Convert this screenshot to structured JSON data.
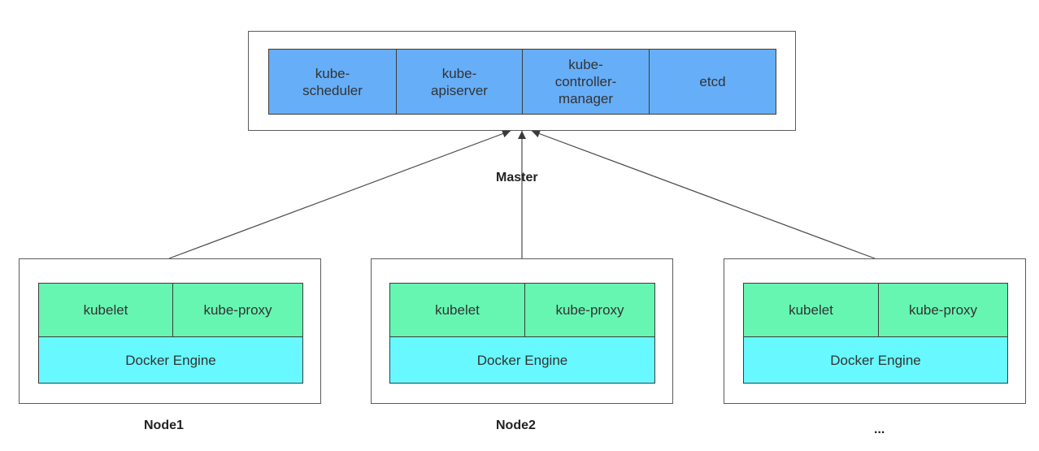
{
  "master": {
    "label": "Master",
    "components": [
      {
        "line1": "kube-",
        "line2": "scheduler",
        "line3": ""
      },
      {
        "line1": "kube-",
        "line2": "apiserver",
        "line3": ""
      },
      {
        "line1": "kube-",
        "line2": "controller-",
        "line3": "manager"
      },
      {
        "line1": "",
        "line2": "etcd",
        "line3": ""
      }
    ]
  },
  "nodes": [
    {
      "label": "Node1",
      "kubelet": "kubelet",
      "proxy": "kube-proxy",
      "engine": "Docker Engine"
    },
    {
      "label": "Node2",
      "kubelet": "kubelet",
      "proxy": "kube-proxy",
      "engine": "Docker Engine"
    },
    {
      "label": "...",
      "kubelet": "kubelet",
      "proxy": "kube-proxy",
      "engine": "Docker Engine"
    }
  ],
  "colors": {
    "master_component": "#66aef8",
    "node_component": "#66f6b2",
    "engine": "#67f9ff",
    "border": "#5b5b5b"
  }
}
